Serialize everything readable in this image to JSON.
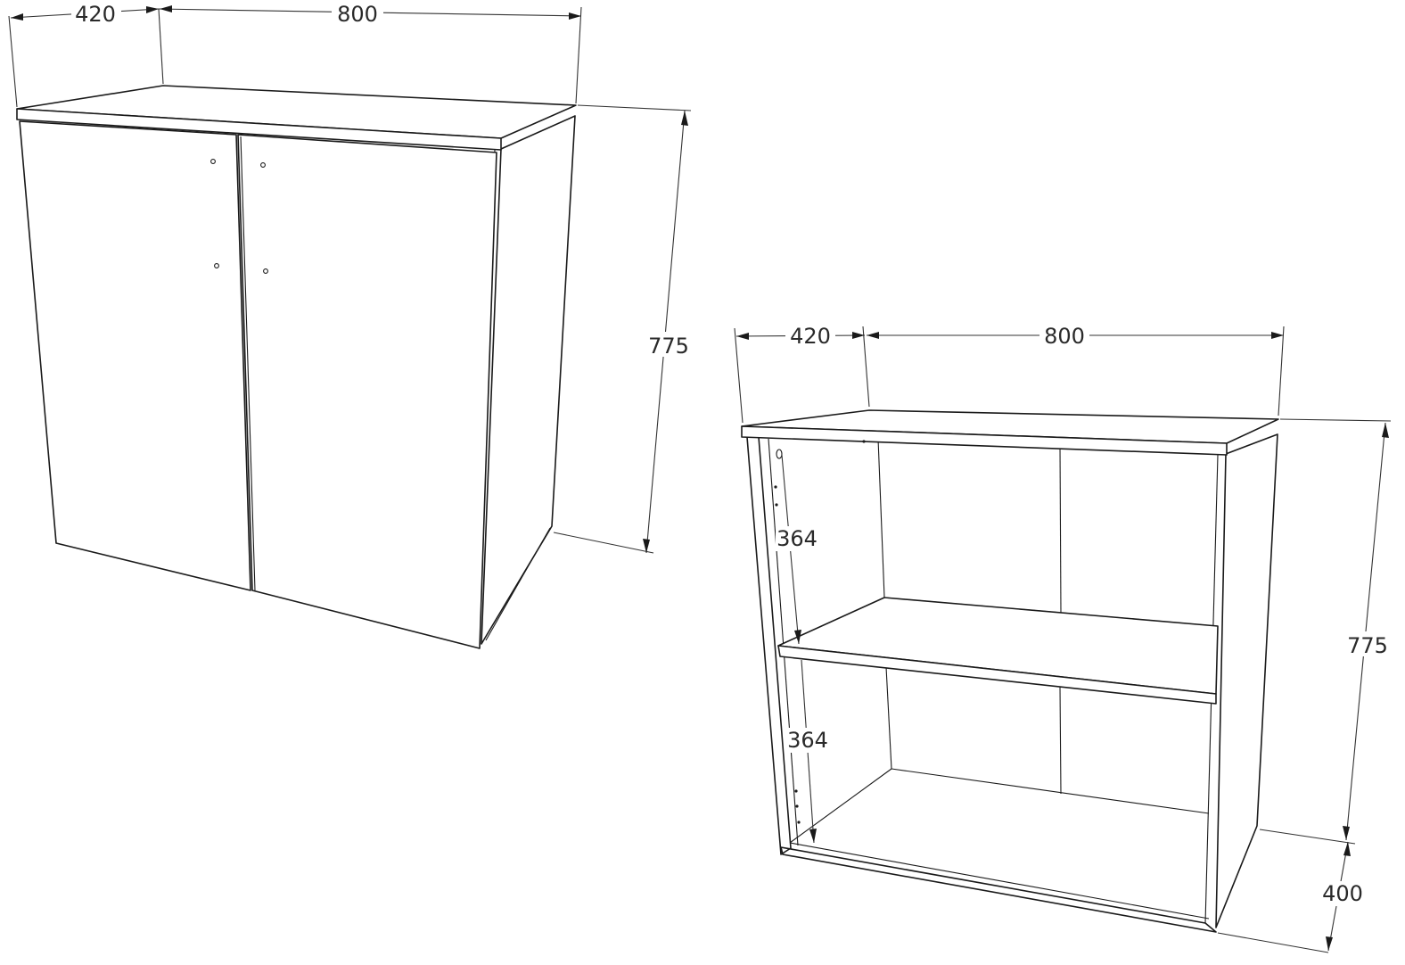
{
  "colors": {
    "line": "#1a1a1a",
    "background": "#ffffff"
  },
  "closed_cabinet": {
    "depth": "420",
    "width": "800",
    "height": "775"
  },
  "open_cabinet": {
    "depth": "420",
    "width": "800",
    "height": "775",
    "upper_shelf_gap": "364",
    "lower_shelf_gap": "364",
    "leg_height": "400"
  }
}
